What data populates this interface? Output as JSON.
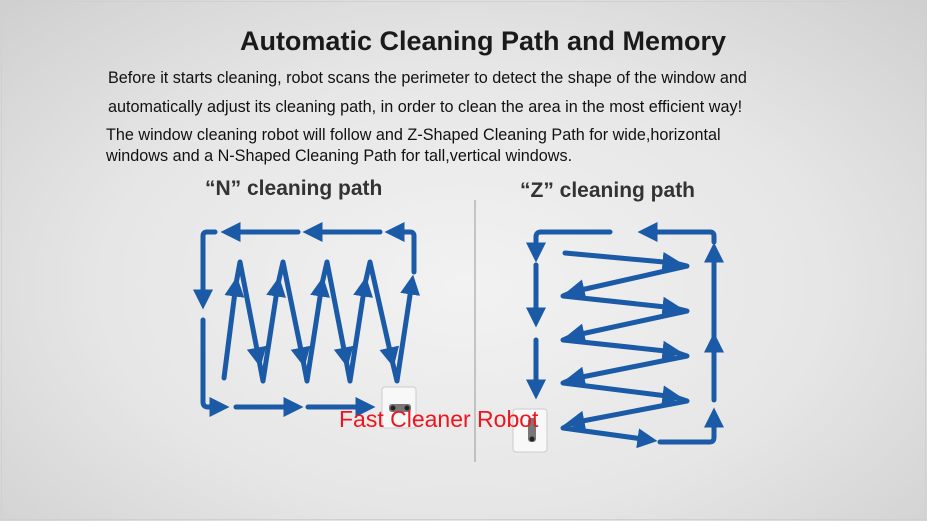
{
  "title": "Automatic Cleaning Path and Memory",
  "paragraph1": [
    "Before it starts cleaning, robot scans the perimeter to detect the shape of the window and",
    "automatically adjust its cleaning path, in order to clean the area in the most efficient way!"
  ],
  "paragraph2": [
    "The window cleaning robot will follow and Z-Shaped Cleaning Path for wide,horizontal",
    "windows and a N-Shaped Cleaning Path for tall,vertical windows."
  ],
  "n_path": {
    "heading": "“N” cleaning path"
  },
  "z_path": {
    "heading": "“Z” cleaning path"
  },
  "watermark": "Fast Cleaner Robot",
  "colors": {
    "path": "#1a5aa6",
    "watermark": "#f0141e"
  }
}
